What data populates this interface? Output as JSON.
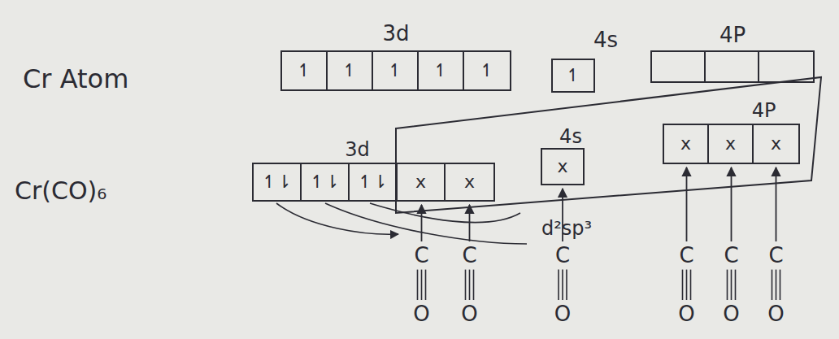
{
  "diagram": {
    "nodes": [
      {
        "text": [
          "3d"
        ]
      },
      {
        "text": [
          "↿"
        ],
        "in": 0
      },
      {
        "text": [
          "↿"
        ],
        "in": 0
      },
      {
        "text": [
          "↿"
        ],
        "in": 0
      },
      {
        "text": [
          "↿"
        ],
        "in": 0
      },
      {
        "text": [
          "↿"
        ],
        "in": 0
      },
      {
        "text": [
          "4s"
        ]
      },
      {
        "text": [
          "↿"
        ],
        "in": 6
      },
      {
        "text": [
          "4P"
        ]
      },
      {
        "text": [
          "3d"
        ]
      },
      {
        "text": [
          "↿⇂"
        ],
        "in": 9
      },
      {
        "text": [
          "↿⇂"
        ],
        "in": 9
      },
      {
        "text": [
          "↿⇂"
        ],
        "in": 9
      },
      {
        "text": [
          "x"
        ],
        "in": 9
      },
      {
        "text": [
          "x"
        ],
        "in": 9
      },
      {
        "text": [
          "4s"
        ]
      },
      {
        "text": [
          "x"
        ],
        "in": 15
      },
      {
        "text": [
          "4P"
        ]
      },
      {
        "text": [
          "x"
        ],
        "in": 17
      },
      {
        "text": [
          "x"
        ],
        "in": 17
      },
      {
        "text": [
          "x"
        ],
        "in": 17
      }
    ],
    "labels": [
      "Cr Atom",
      "Cr(CO)₆",
      "d²sp³",
      "C",
      "C",
      "C",
      "C",
      "C",
      "C",
      "O",
      "O",
      "O",
      "O",
      "O",
      "O"
    ]
  }
}
